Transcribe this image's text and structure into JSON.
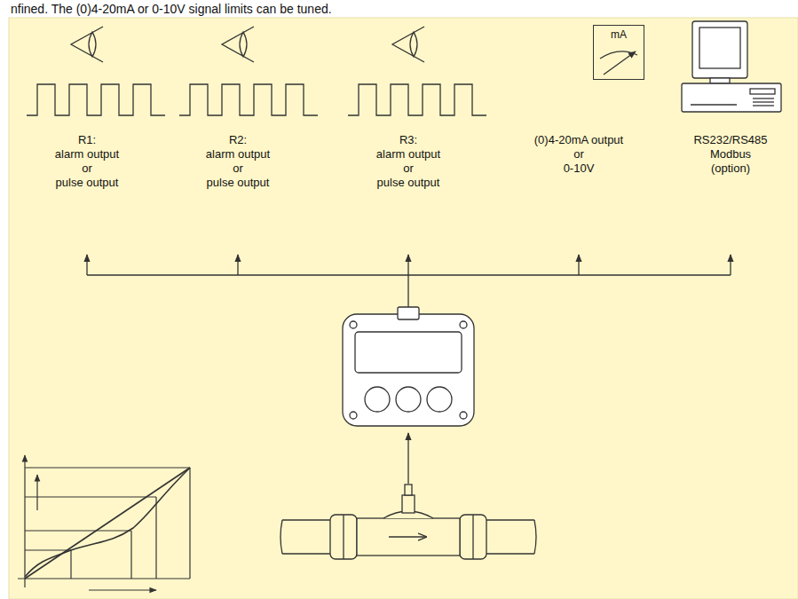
{
  "diagram": {
    "nodes": [
      {
        "text": [
          "mA"
        ]
      }
    ],
    "labels": [
      "nfined. The (0)4-20mA or 0-10V signal limits can be tuned.",
      "R1: alarm output or pulse output",
      "R2: alarm output or pulse output",
      "R3: alarm output or pulse output",
      "(0)4-20mA output or 0-10V",
      "RS232/RS485 Modbus (option)"
    ]
  }
}
